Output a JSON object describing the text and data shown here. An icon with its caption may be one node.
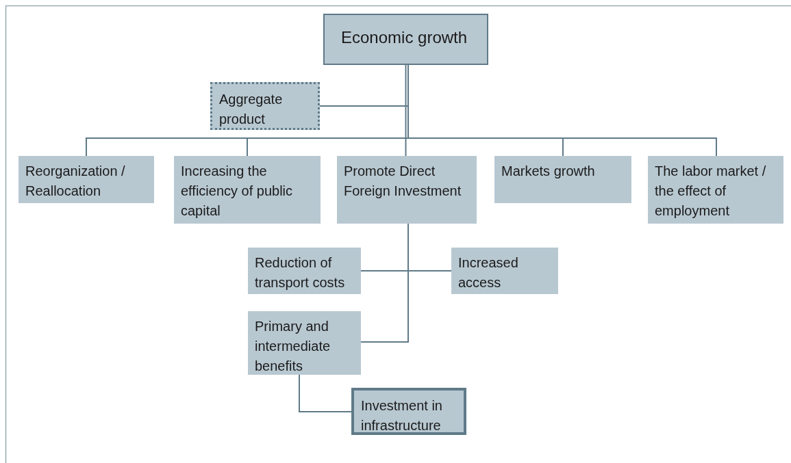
{
  "diagram": {
    "nodes": [
      {
        "text": [
          "Economic growth"
        ]
      },
      {
        "text": [
          "Aggregate product"
        ]
      },
      {
        "text": [
          "Reorganization / Reallocation"
        ]
      },
      {
        "text": [
          "Increasing the efficiency of public capital"
        ]
      },
      {
        "text": [
          "Promote Direct Foreign Investment"
        ]
      },
      {
        "text": [
          "Markets growth"
        ]
      },
      {
        "text": [
          "The labor market / the effect of employment"
        ]
      },
      {
        "text": [
          "Reduction of transport costs"
        ]
      },
      {
        "text": [
          "Increased access"
        ]
      },
      {
        "text": [
          "Primary and intermediate benefits"
        ]
      },
      {
        "text": [
          "Investment in infrastructure"
        ]
      }
    ],
    "edges": [
      {
        "from": 0,
        "to": 1,
        "arrow": "none"
      },
      {
        "from": 0,
        "to": 2,
        "arrow": "none"
      },
      {
        "from": 0,
        "to": 3,
        "arrow": "none"
      },
      {
        "from": 0,
        "to": 4,
        "arrow": "none"
      },
      {
        "from": 0,
        "to": 5,
        "arrow": "none"
      },
      {
        "from": 0,
        "to": 6,
        "arrow": "none"
      },
      {
        "from": 4,
        "to": 7,
        "arrow": "none"
      },
      {
        "from": 4,
        "to": 8,
        "arrow": "none"
      },
      {
        "from": 4,
        "to": 9,
        "arrow": "none"
      },
      {
        "from": 9,
        "to": 10,
        "arrow": "none"
      }
    ]
  }
}
